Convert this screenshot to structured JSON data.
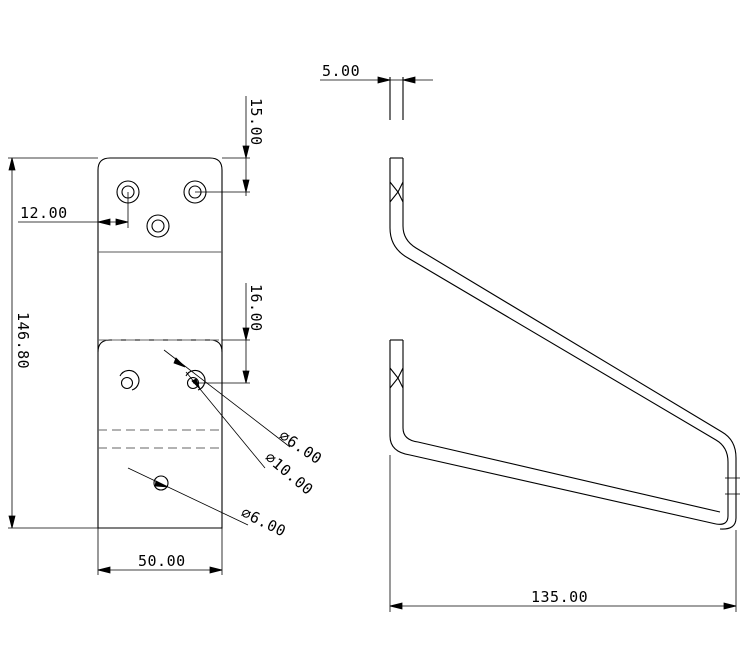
{
  "dimensions": {
    "top_tab": "15.00",
    "hole_offset": "12.00",
    "mid_gap": "16.00",
    "overall_height": "146.80",
    "width": "50.00",
    "hole_dia_top": "⌀6.00",
    "counterbore_dia": "⌀10.00",
    "hole_dia_bottom": "⌀6.00",
    "thickness": "5.00",
    "projection": "135.00"
  },
  "colors": {
    "line": "#000000",
    "dashed": "#555555"
  }
}
